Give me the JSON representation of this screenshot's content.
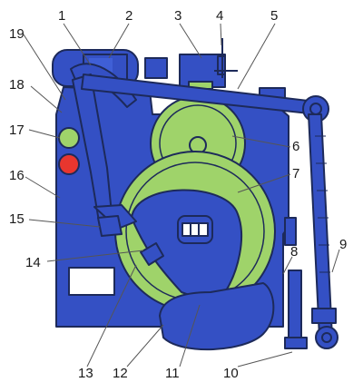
{
  "colors": {
    "blue": "#3450c4",
    "green": "#9fd36a",
    "outline": "#1d2a5a",
    "red": "#e8362e",
    "white": "#ffffff",
    "background": "#ffffff"
  },
  "callouts": [
    {
      "id": "c1",
      "text": "1"
    },
    {
      "id": "c2",
      "text": "2"
    },
    {
      "id": "c3",
      "text": "3"
    },
    {
      "id": "c4",
      "text": "4"
    },
    {
      "id": "c5",
      "text": "5"
    },
    {
      "id": "c6",
      "text": "6"
    },
    {
      "id": "c7",
      "text": "7"
    },
    {
      "id": "c8",
      "text": "8"
    },
    {
      "id": "c9",
      "text": "9"
    },
    {
      "id": "c10",
      "text": "10"
    },
    {
      "id": "c11",
      "text": "11"
    },
    {
      "id": "c12",
      "text": "12"
    },
    {
      "id": "c13",
      "text": "13"
    },
    {
      "id": "c14",
      "text": "14"
    },
    {
      "id": "c15",
      "text": "15"
    },
    {
      "id": "c16",
      "text": "16"
    },
    {
      "id": "c17",
      "text": "17"
    },
    {
      "id": "c18",
      "text": "18"
    },
    {
      "id": "c19",
      "text": "19"
    }
  ]
}
